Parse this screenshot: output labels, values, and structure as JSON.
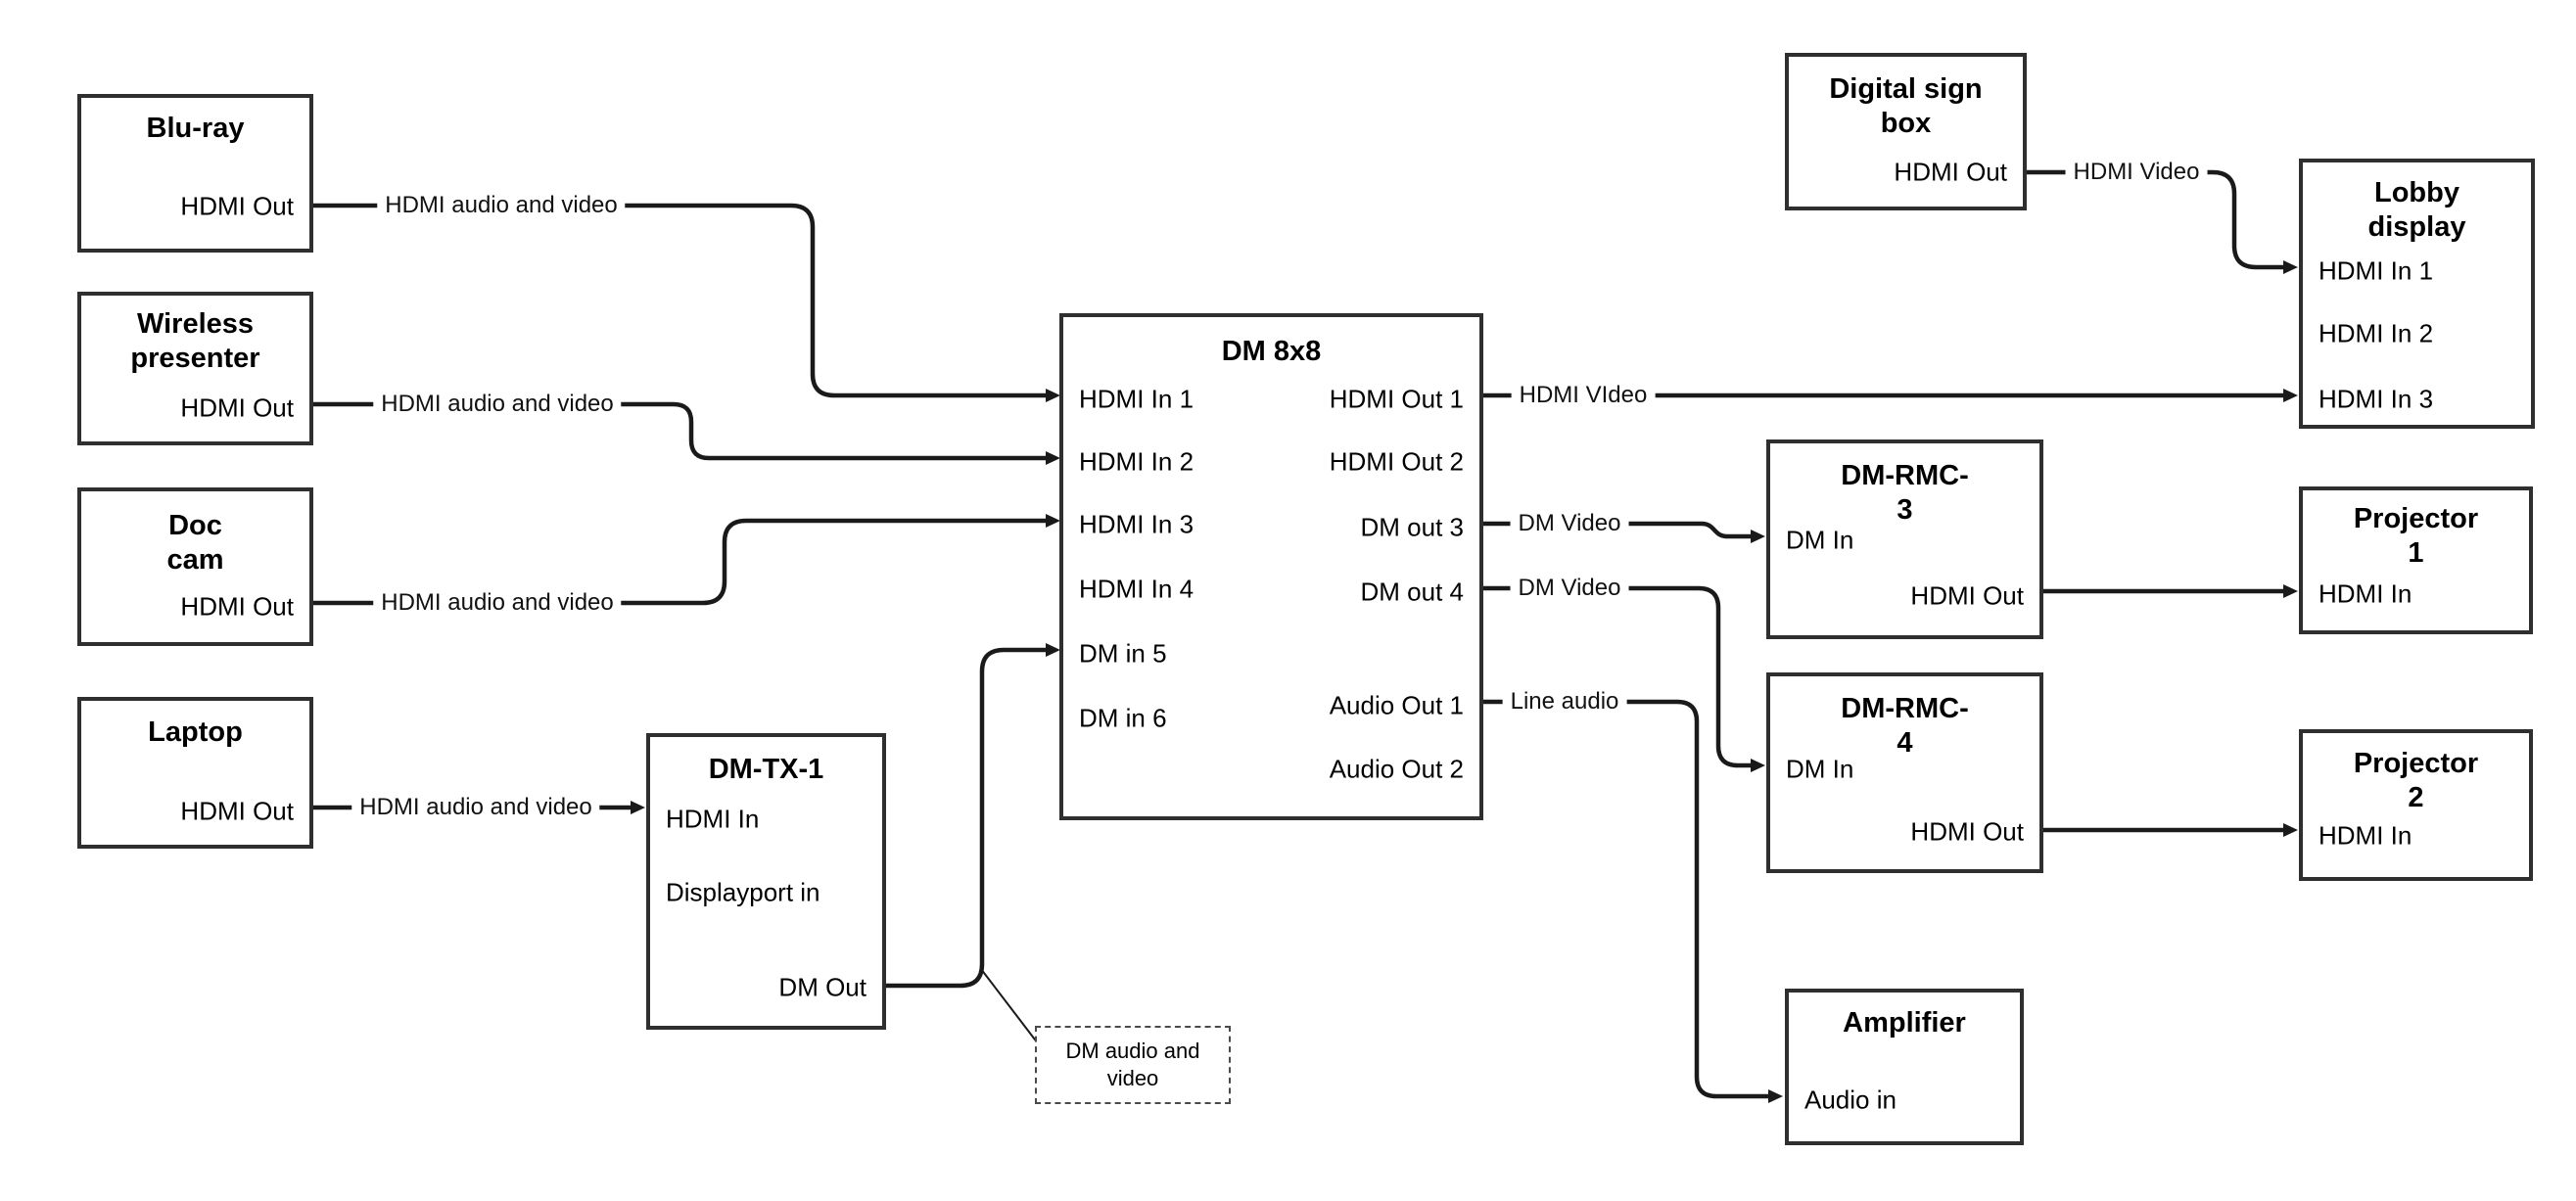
{
  "nodes": {
    "bluray": {
      "title": "Blu-ray",
      "ports": {
        "out": "HDMI Out"
      }
    },
    "wireless": {
      "title": "Wireless presenter",
      "ports": {
        "out": "HDMI Out"
      }
    },
    "doccam": {
      "title": "Doc cam",
      "ports": {
        "out": "HDMI Out"
      }
    },
    "laptop": {
      "title": "Laptop",
      "ports": {
        "out": "HDMI Out"
      }
    },
    "dmtx1": {
      "title": "DM-TX-1",
      "ports": {
        "hdmi_in": "HDMI In",
        "dp_in": "Displayport in",
        "dm_out": "DM Out"
      }
    },
    "dm8x8": {
      "title": "DM 8x8",
      "inputs": [
        "HDMI In 1",
        "HDMI In 2",
        "HDMI In 3",
        "HDMI In 4",
        "DM in 5",
        "DM in 6"
      ],
      "outputs": [
        "HDMI Out 1",
        "HDMI Out 2",
        "DM out 3",
        "DM out 4",
        "Audio Out 1",
        "Audio Out 2"
      ]
    },
    "digital_sign": {
      "title": "Digital sign box",
      "ports": {
        "out": "HDMI Out"
      }
    },
    "lobby": {
      "title": "Lobby display",
      "inputs": [
        "HDMI In 1",
        "HDMI In 2",
        "HDMI In 3"
      ]
    },
    "dmrmc3": {
      "title": "DM-RMC-3",
      "ports": {
        "dm_in": "DM In",
        "hdmi_out": "HDMI Out"
      }
    },
    "proj1": {
      "title": "Projector 1",
      "ports": {
        "in": "HDMI In"
      }
    },
    "dmrmc4": {
      "title": "DM-RMC-4",
      "ports": {
        "dm_in": "DM In",
        "hdmi_out": "HDMI Out"
      }
    },
    "proj2": {
      "title": "Projector 2",
      "ports": {
        "in": "HDMI In"
      }
    },
    "amplifier": {
      "title": "Amplifier",
      "ports": {
        "in": "Audio in"
      }
    }
  },
  "edge_labels": {
    "bluray_dm8x8": "HDMI audio and video",
    "wireless_dm8x8": "HDMI audio and video",
    "doccam_dm8x8": "HDMI audio and video",
    "laptop_dmtx1": "HDMI audio and video",
    "hdmi_out1_lobby": "HDMI VIdeo",
    "dm_out3_rmc3": "DM Video",
    "dm_out4_rmc4": "DM Video",
    "audio_out1_amp": "Line audio",
    "sign_lobby": "HDMI Video",
    "callout": "DM audio and video"
  },
  "colors": {
    "line": "#1a1a1a",
    "box_border": "#2f2f2f",
    "background": "#ffffff",
    "text": "#000000"
  }
}
